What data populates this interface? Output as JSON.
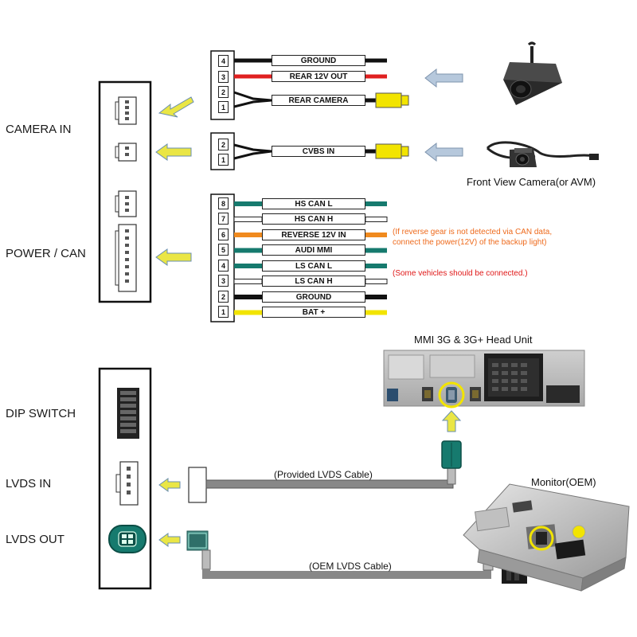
{
  "colors": {
    "black": "#111111",
    "red": "#e02020",
    "teal": "#167a6e",
    "white": "#ffffff",
    "orange": "#f08a1e",
    "yellow": "#f2e400",
    "arrow_yellow": "#eae645",
    "arrow_blue": "#b6c8dc",
    "note_orange": "#ee6a1c",
    "note_red": "#e01818"
  },
  "device": {
    "top_labels": {
      "camera_in": "CAMERA IN",
      "power_can": "POWER / CAN"
    },
    "bottom_labels": {
      "dip_switch": "DIP SWITCH",
      "lvds_in": "LVDS IN",
      "lvds_out": "LVDS OUT"
    }
  },
  "rear_harness": {
    "pins": [
      "4",
      "3",
      "2",
      "1"
    ],
    "wires": [
      {
        "label": "GROUND",
        "color": "black"
      },
      {
        "label": "REAR 12V OUT",
        "color": "red"
      },
      {
        "label": "REAR CAMERA",
        "color": "black"
      }
    ]
  },
  "cvbs_harness": {
    "pins": [
      "2",
      "1"
    ],
    "wires": [
      {
        "label": "CVBS IN",
        "color": "black"
      }
    ],
    "camera_caption": "Front View Camera(or AVM)"
  },
  "power_harness": {
    "pins": [
      "8",
      "7",
      "6",
      "5",
      "4",
      "3",
      "2",
      "1"
    ],
    "wires": [
      {
        "label": "HS CAN L",
        "color": "teal"
      },
      {
        "label": "HS CAN H",
        "color": "white"
      },
      {
        "label": "REVERSE 12V IN",
        "color": "orange"
      },
      {
        "label": "AUDI MMI",
        "color": "teal"
      },
      {
        "label": "LS CAN L",
        "color": "teal"
      },
      {
        "label": "LS CAN H",
        "color": "white"
      },
      {
        "label": "GROUND",
        "color": "black"
      },
      {
        "label": "BAT +",
        "color": "yellow"
      }
    ],
    "notes": {
      "reverse_line1": "(If reverse gear is not detected via CAN data,",
      "reverse_line2": "connect the power(12V) of the backup light)",
      "ls_can": "(Some vehicles should be connected.)"
    }
  },
  "head_unit": {
    "title": "MMI 3G & 3G+ Head Unit"
  },
  "monitor": {
    "title": "Monitor(OEM)"
  },
  "cables": {
    "provided_lvds": "(Provided LVDS Cable)",
    "oem_lvds": "(OEM LVDS Cable)"
  }
}
